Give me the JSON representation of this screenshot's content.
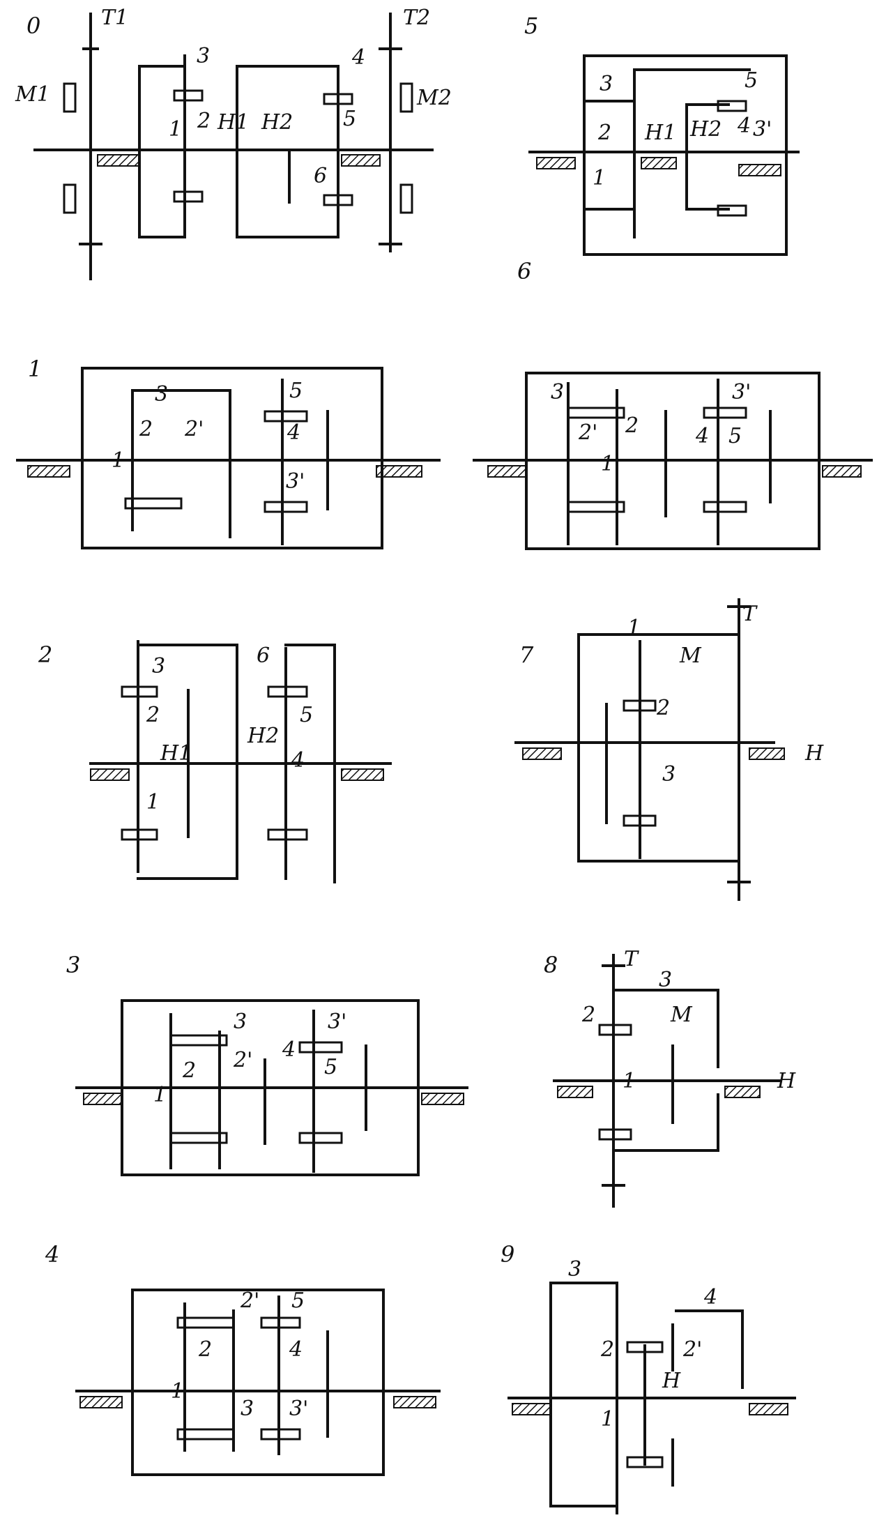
{
  "diagrams": [
    {
      "id": "0",
      "labels": [
        "T1",
        "M1",
        "3",
        "4",
        "T2",
        "M2",
        "1",
        "2",
        "H1",
        "H2",
        "5",
        "6"
      ]
    },
    {
      "id": "5",
      "labels": [
        "3",
        "5",
        "2",
        "H1",
        "H2",
        "4",
        "3'",
        "1"
      ]
    },
    {
      "id": "6",
      "labels": [
        "3",
        "3'",
        "2'",
        "2",
        "4",
        "5",
        "1"
      ]
    },
    {
      "id": "1",
      "labels": [
        "3",
        "5",
        "2",
        "2'",
        "4",
        "1",
        "3'"
      ]
    },
    {
      "id": "2",
      "labels": [
        "3",
        "6",
        "2",
        "H2",
        "5",
        "H1",
        "4",
        "1"
      ]
    },
    {
      "id": "7",
      "labels": [
        "T",
        "1",
        "M",
        "2",
        "H",
        "3"
      ]
    },
    {
      "id": "3",
      "labels": [
        "3",
        "3'",
        "2'",
        "4",
        "2",
        "5",
        "1"
      ]
    },
    {
      "id": "8",
      "labels": [
        "T",
        "3",
        "2",
        "M",
        "1",
        "H"
      ]
    },
    {
      "id": "4",
      "labels": [
        "2'",
        "5",
        "2",
        "4",
        "1",
        "3",
        "3'"
      ]
    },
    {
      "id": "9",
      "labels": [
        "3",
        "4",
        "2",
        "2'",
        "H",
        "1"
      ]
    }
  ]
}
